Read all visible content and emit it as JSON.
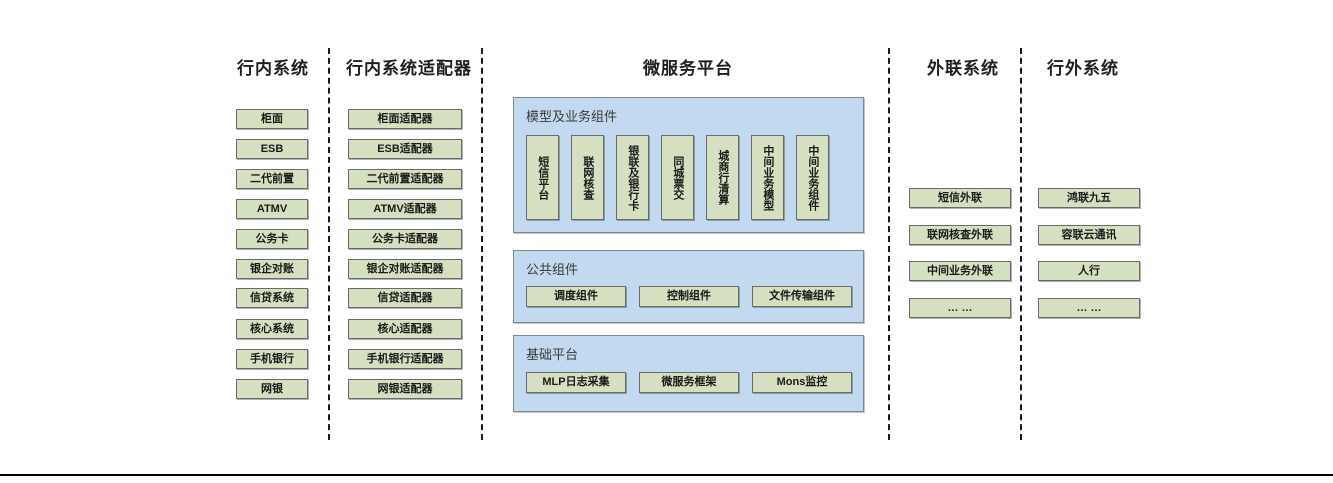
{
  "diagram": {
    "title_internal": "行内系统",
    "columns": [
      {
        "id": "internal-systems",
        "title": "行内系统",
        "items": [
          {
            "label": "柜面"
          },
          {
            "label": "ESB"
          },
          {
            "label": "二代前置"
          },
          {
            "label": "ATMV"
          },
          {
            "label": "公务卡"
          },
          {
            "label": "银企对账"
          },
          {
            "label": "信贷系统"
          },
          {
            "label": "核心系统"
          },
          {
            "label": "手机银行"
          },
          {
            "label": "网银"
          }
        ]
      },
      {
        "id": "internal-adapters",
        "title": "行内系统适配器",
        "items": [
          {
            "label": "柜面适配器"
          },
          {
            "label": "ESB适配器"
          },
          {
            "label": "二代前置适配器"
          },
          {
            "label": "ATMV适配器"
          },
          {
            "label": "公务卡适配器"
          },
          {
            "label": "银企对账适配器"
          },
          {
            "label": "信贷适配器"
          },
          {
            "label": "核心适配器"
          },
          {
            "label": "手机银行适配器"
          },
          {
            "label": "网银适配器"
          }
        ]
      },
      {
        "id": "external-link-systems",
        "title": "外联系统",
        "items": [
          {
            "label": "短信外联"
          },
          {
            "label": "联网核查外联"
          },
          {
            "label": "中间业务外联"
          },
          {
            "label": "… …"
          }
        ]
      },
      {
        "id": "outside-bank-systems",
        "title": "行外系统",
        "items": [
          {
            "label": "鸿联九五"
          },
          {
            "label": "容联云通讯"
          },
          {
            "label": "人行"
          },
          {
            "label": "… …"
          }
        ]
      }
    ],
    "platform": {
      "title": "微服务平台",
      "groups": [
        {
          "id": "model-business-components",
          "label": "模型及业务组件",
          "orientation": "vertical",
          "items": [
            {
              "label": "短信平台"
            },
            {
              "label": "联网核查"
            },
            {
              "label": "银联及银行卡"
            },
            {
              "label": "同城票交"
            },
            {
              "label": "城商行清算"
            },
            {
              "label": "中间业务模型"
            },
            {
              "label": "中间业务组件"
            }
          ]
        },
        {
          "id": "public-components",
          "label": "公共组件",
          "orientation": "horizontal",
          "items": [
            {
              "label": "调度组件"
            },
            {
              "label": "控制组件"
            },
            {
              "label": "文件传输组件"
            }
          ]
        },
        {
          "id": "base-platform",
          "label": "基础平台",
          "orientation": "horizontal",
          "items": [
            {
              "label": "MLP日志采集"
            },
            {
              "label": "微服务框架"
            },
            {
              "label": "Mons监控"
            }
          ]
        }
      ]
    },
    "colors": {
      "node_fill": "#d5e0c0",
      "node_border": "#6b6b6b",
      "group_fill": "#c3d9ef",
      "group_border": "#7d8794",
      "divider": "#1a1a1a",
      "text": "#1a1a1a"
    }
  }
}
